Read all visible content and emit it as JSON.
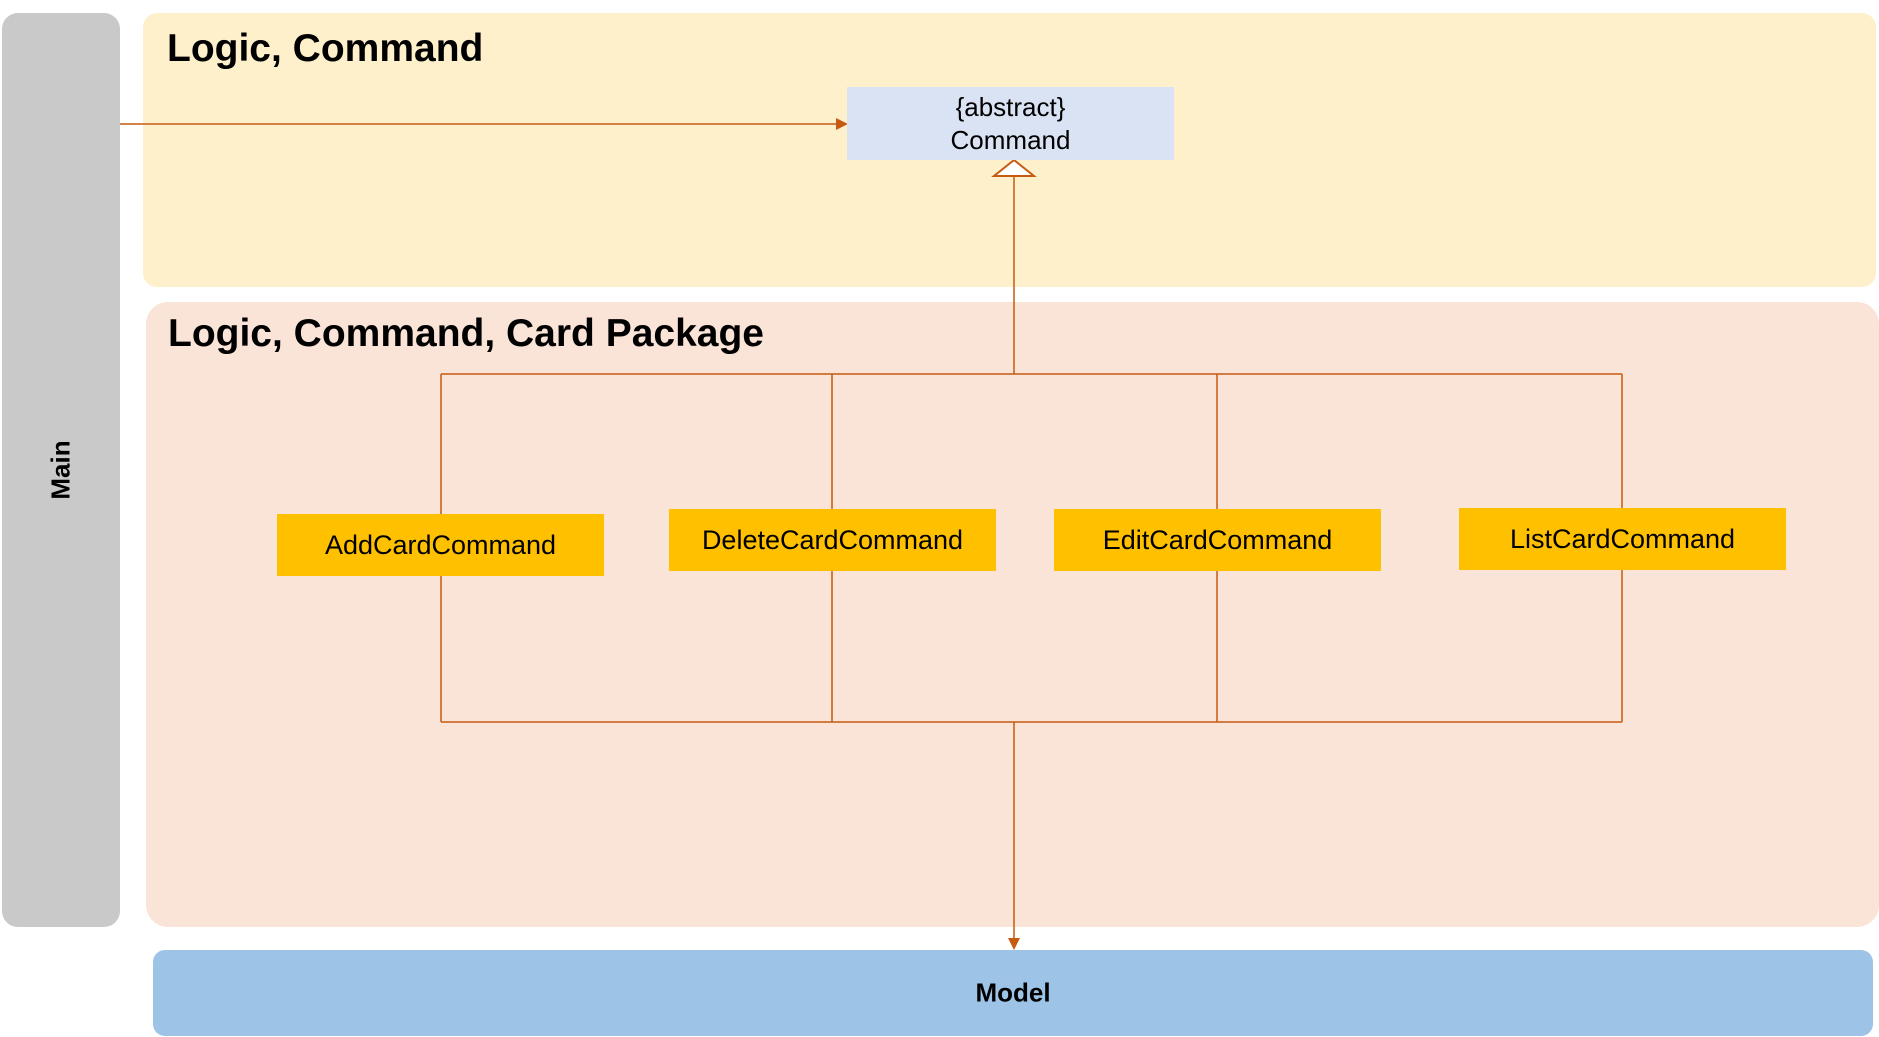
{
  "regions": {
    "main": "Main",
    "logic_command": "Logic, Command",
    "card_package": "Logic, Command, Card Package",
    "model": "Model"
  },
  "abstract_class": {
    "stereotype": "{abstract}",
    "name": "Command"
  },
  "commands": [
    {
      "name": "AddCardCommand"
    },
    {
      "name": "DeleteCardCommand"
    },
    {
      "name": "EditCardCommand"
    },
    {
      "name": "ListCardCommand"
    }
  ],
  "colors": {
    "connector": "#c55a11",
    "main_bg": "#c9c9c9",
    "logic_bg": "#fff0cc",
    "package_bg": "#fae3d7",
    "model_bg": "#9dc3e6",
    "abstract_bg": "#dae3f3",
    "command_bg": "#ffc000"
  }
}
